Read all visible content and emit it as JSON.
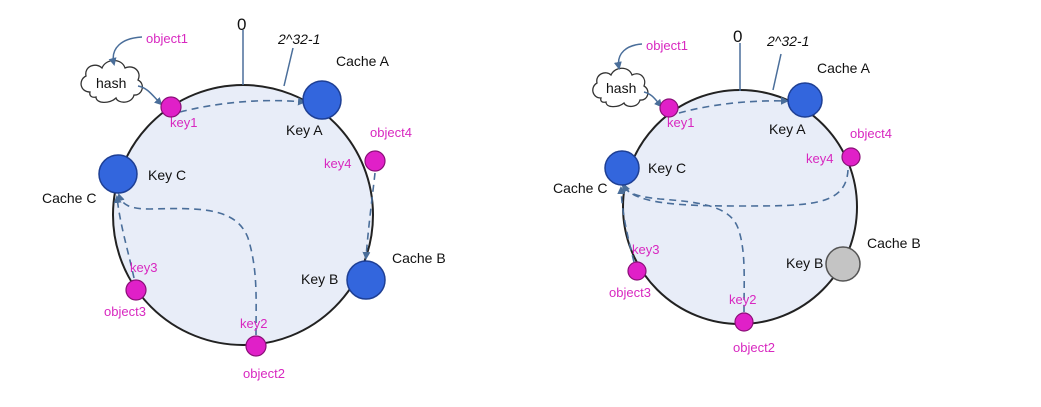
{
  "colors": {
    "ring_fill": "#e8edf8",
    "ring_stroke": "#222222",
    "cache_node": "#3366dd",
    "cache_node_removed": "#c4c4c4",
    "key_node": "#e020c8",
    "pink_text": "#d828c0",
    "arrow": "#4a6e9a"
  },
  "left": {
    "zero": "0",
    "max": "2^32-1",
    "hash": "hash",
    "object1": "object1",
    "cache_a": "Cache A",
    "key_a": "Key A",
    "cache_b": "Cache B",
    "key_b": "Key B",
    "cache_c": "Cache C",
    "key_c": "Key C",
    "key1": "key1",
    "key2": "key2",
    "object2": "object2",
    "key3": "key3",
    "object3": "object3",
    "key4": "key4",
    "object4": "object4"
  },
  "right": {
    "zero": "0",
    "max": "2^32-1",
    "hash": "hash",
    "object1": "object1",
    "cache_a": "Cache A",
    "key_a": "Key A",
    "cache_b": "Cache B",
    "key_b": "Key B",
    "cache_c": "Cache C",
    "key_c": "Key C",
    "key1": "key1",
    "key2": "key2",
    "object2": "object2",
    "key3": "key3",
    "object3": "object3",
    "key4": "key4",
    "object4": "object4"
  }
}
